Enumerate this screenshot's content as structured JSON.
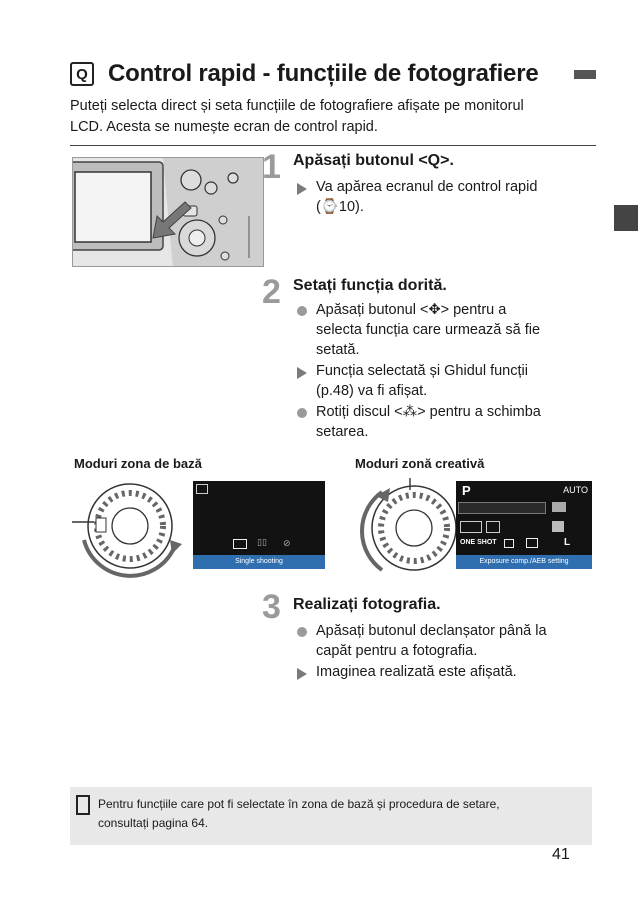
{
  "header": {
    "q_symbol": "Q",
    "title": "Control rapid - funcțiile de fotografiere"
  },
  "intro": {
    "line1": "Puteți selecta direct și seta funcțiile de fotografiere afișate pe monitorul",
    "line2": "LCD. Acesta se numește ecran de control rapid."
  },
  "steps": [
    {
      "num": "1",
      "heading": "Apăsați butonul <Q>.",
      "items": [
        {
          "type": "arrow",
          "lines": [
            "Va apărea ecranul de control rapid",
            "(⌚10)."
          ]
        }
      ]
    },
    {
      "num": "2",
      "heading": "Setați funcția dorită.",
      "items": [
        {
          "type": "dot",
          "lines": [
            "Apăsați butonul <✥> pentru a",
            "selecta funcția care urmează să fie",
            "setată."
          ]
        },
        {
          "type": "arrow",
          "lines": [
            "Funcția selectată și Ghidul funcții",
            "(p.48) va fi afișat."
          ]
        },
        {
          "type": "dot",
          "lines": [
            "Rotiți discul <⁂> pentru a schimba",
            "setarea."
          ]
        }
      ]
    },
    {
      "num": "3",
      "heading": "Realizați fotografia.",
      "items": [
        {
          "type": "dot",
          "lines": [
            "Apăsați butonul declanșator până la",
            "capăt pentru a fotografia."
          ]
        },
        {
          "type": "arrow",
          "lines": [
            "Imaginea realizată este afișată."
          ]
        }
      ]
    }
  ],
  "modes": {
    "basic_label": "Moduri zona de bază",
    "creative_label": "Moduri zonă creativă",
    "basic_lcd_caption": "Single shooting",
    "creative_lcd_caption": "Exposure comp./AEB setting",
    "creative_lcd_mode": "P",
    "creative_lcd_iso": "AUTO",
    "creative_lcd_oneshot": "ONE SHOT",
    "creative_lcd_quality": "L"
  },
  "note": {
    "line1": "Pentru funcțiile care pot fi selectate în zona de bază și procedura de setare,",
    "line2": "consultați pagina 64."
  },
  "page_number": "41",
  "colors": {
    "text": "#1a1a1a",
    "step_number": "#9a9a9a",
    "note_bg": "#e8e8e8",
    "lcd_bg": "#121212",
    "lcd_bar": "#2f6fb0"
  }
}
